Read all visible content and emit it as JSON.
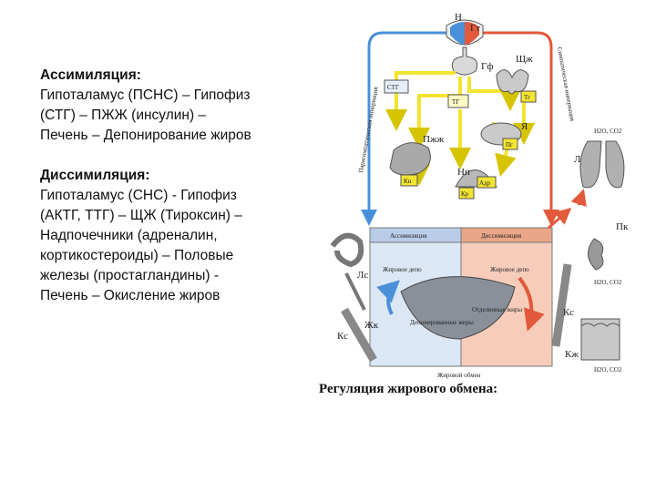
{
  "left_text": {
    "assimilation": {
      "heading": "Ассимиляция:",
      "lines": [
        "Гипоталамус (ПСНС) – Гипофиз",
        "(СТГ) – ПЖЖ (инсулин) –",
        "Печень – Депонирование жиров"
      ]
    },
    "dissimilation": {
      "heading": "Диссимиляция:",
      "lines": [
        "Гипоталамус (СНС) - Гипофиз",
        "(АКТГ, ТТГ) – ЩЖ (Тироксин) –",
        "Надпочечники (адреналин,",
        "кортикостероиды) – Половые",
        "железы (простагландины) -",
        "Печень – Окисление жиров"
      ]
    }
  },
  "diagram": {
    "caption": "Регуляция жирового обмена:",
    "left_vertical": "Парасимпатическая иннервация",
    "right_vertical": "Симпатическая иннервация",
    "labels": {
      "h": "Н",
      "gt": "Гт",
      "gf": "Гф",
      "shchzh": "Щж",
      "stg": "СТГ",
      "tg": "ТГ",
      "tg2": "Тг",
      "ya": "Я",
      "pzhzh": "Пжж",
      "pg": "Пг",
      "np": "Нп",
      "kn": "Кн",
      "kr": "Кр",
      "adr": "Адр",
      "l": "Л",
      "pk": "Пк",
      "ks": "Кс",
      "kzh": "Кж",
      "ls": "Лс",
      "zhk": "Жк"
    },
    "zones": {
      "assimilation": "Ассимиляция",
      "dissimilation": "Диссимиляция",
      "fat_depot_left": "Жировое депо",
      "fat_depot_right": "Жировое депо",
      "deponated_fat": "Депонированные жиры",
      "released_fat": "Отделенные жиры",
      "fat_metabolism": "Жировой обмен"
    },
    "formulas": {
      "lungs": "Н2О, СО2",
      "kidney": "Н2О, СО2",
      "skin": "Н2О, СО2"
    },
    "colors": {
      "parasympathetic": "#4a90d9",
      "sympathetic": "#e2593b",
      "hormone": "#f2e531"
    }
  }
}
